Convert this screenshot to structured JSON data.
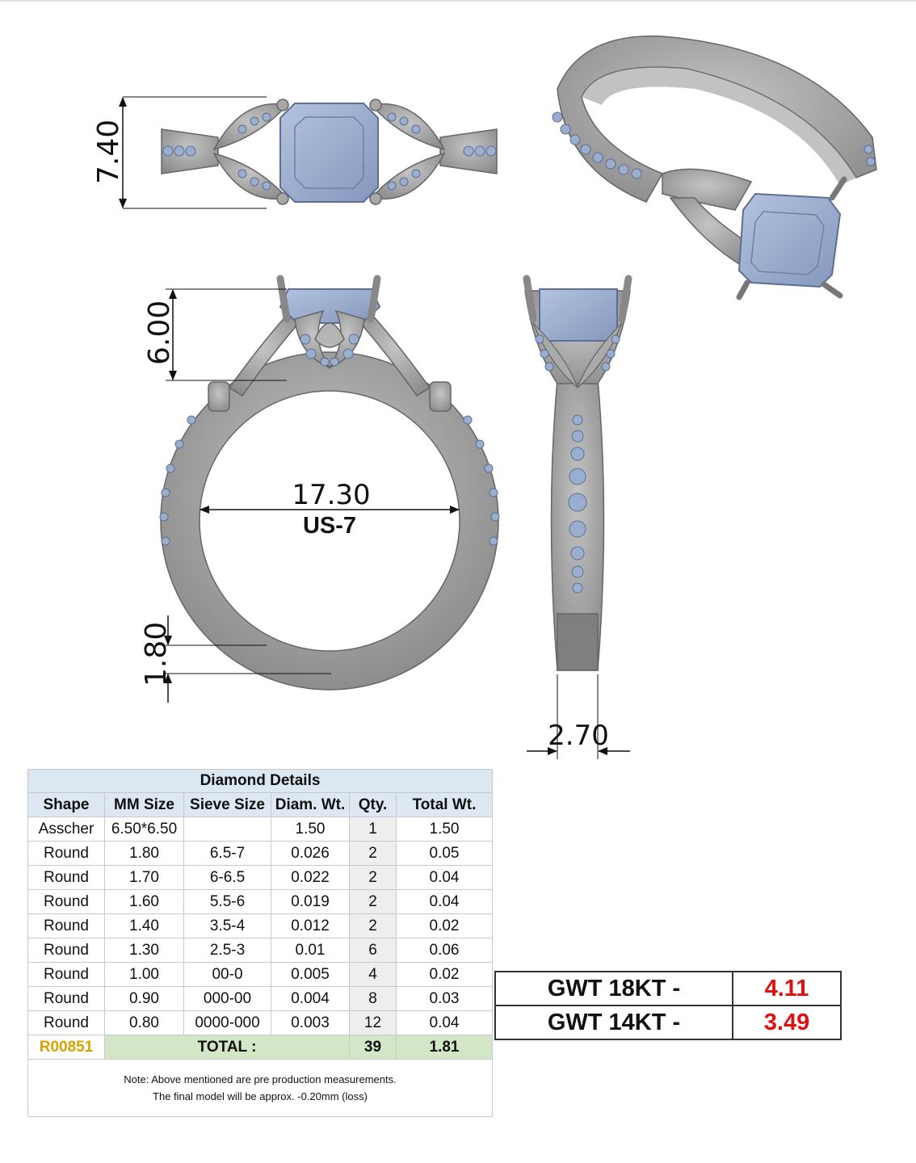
{
  "dimensions": {
    "top_height": "7.40",
    "head_height": "6.00",
    "inner_diameter": "17.30",
    "ring_size": "US-7",
    "shank_thickness": "1.80",
    "shank_width": "2.70"
  },
  "colors": {
    "metal": "#9c9c9c",
    "metal_dark": "#6f6f6f",
    "stone": "#9aaed0",
    "stone_dark": "#6e82a8",
    "dim_line": "#111111"
  },
  "table": {
    "title": "Diamond Details",
    "headers": [
      "Shape",
      "MM Size",
      "Sieve Size",
      "Diam. Wt.",
      "Qty.",
      "Total Wt."
    ],
    "rows": [
      [
        "Asscher",
        "6.50*6.50",
        "",
        "1.50",
        "1",
        "1.50"
      ],
      [
        "Round",
        "1.80",
        "6.5-7",
        "0.026",
        "2",
        "0.05"
      ],
      [
        "Round",
        "1.70",
        "6-6.5",
        "0.022",
        "2",
        "0.04"
      ],
      [
        "Round",
        "1.60",
        "5.5-6",
        "0.019",
        "2",
        "0.04"
      ],
      [
        "Round",
        "1.40",
        "3.5-4",
        "0.012",
        "2",
        "0.02"
      ],
      [
        "Round",
        "1.30",
        "2.5-3",
        "0.01",
        "6",
        "0.06"
      ],
      [
        "Round",
        "1.00",
        "00-0",
        "0.005",
        "4",
        "0.02"
      ],
      [
        "Round",
        "0.90",
        "000-00",
        "0.004",
        "8",
        "0.03"
      ],
      [
        "Round",
        "0.80",
        "0000-000",
        "0.003",
        "12",
        "0.04"
      ]
    ],
    "total": {
      "code": "R00851",
      "label": "TOTAL :",
      "qty": "39",
      "weight": "1.81"
    },
    "note_line1": "Note: Above mentioned are pre production measurements.",
    "note_line2": "The final model will be approx. -0.20mm (loss)"
  },
  "gwt": [
    {
      "label": "GWT 18KT  -",
      "value": "4.11"
    },
    {
      "label": "GWT 14KT  -",
      "value": "3.49"
    }
  ]
}
